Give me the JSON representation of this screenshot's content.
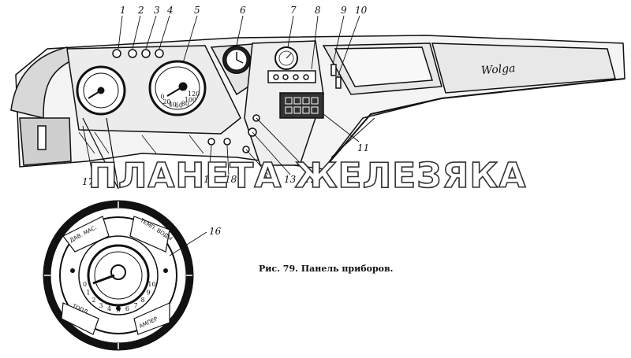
{
  "caption": "Рис. 79. Панель приборов.",
  "watermark": "ПЛАНЕТА ЖЕЛЕЗЯКА",
  "callouts": [
    "1",
    "2",
    "3",
    "4",
    "5",
    "6",
    "7",
    "8",
    "9",
    "10",
    "11",
    "12",
    "13",
    "14",
    "15",
    "16",
    "17",
    "18"
  ],
  "speedometer_ticks": [
    "0",
    "20",
    "40",
    "60",
    "80",
    "100",
    "120"
  ],
  "combo_gauge_ticks": [
    "0",
    "1",
    "2",
    "3",
    "4",
    "5",
    "6",
    "7",
    "8",
    "9",
    "10"
  ],
  "combo_gauge": {
    "oil": "ДАВ. МАС.",
    "temp": "ТЕМП. ВОДЫ",
    "fuel": "ТОПЛ.",
    "ammeter": "АМПЕР"
  },
  "script_logo": "Wolga"
}
